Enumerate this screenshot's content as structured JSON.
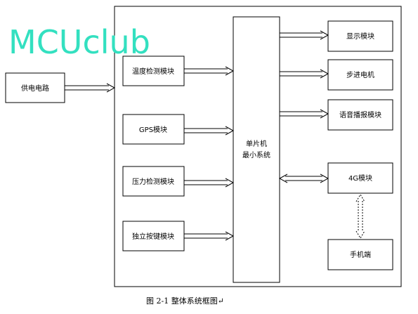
{
  "watermark": "MCUclub",
  "colors": {
    "watermark": "#33e0c0",
    "line": "#000000",
    "background": "#ffffff"
  },
  "power": {
    "label": "供电电路"
  },
  "inputs": [
    {
      "label": "温度检测模块"
    },
    {
      "label": "GPS模块"
    },
    {
      "label": "压力检测模块"
    },
    {
      "label": "独立按键模块"
    }
  ],
  "mcu": {
    "line1": "单片机",
    "line2": "最小系统"
  },
  "outputs": [
    {
      "label": "显示模块"
    },
    {
      "label": "步进电机"
    },
    {
      "label": "语音播报模块"
    }
  ],
  "module_4g": {
    "label": "4G模块"
  },
  "phone": {
    "label": "手机端"
  },
  "caption": "图 2-1  整体系统框图↵"
}
